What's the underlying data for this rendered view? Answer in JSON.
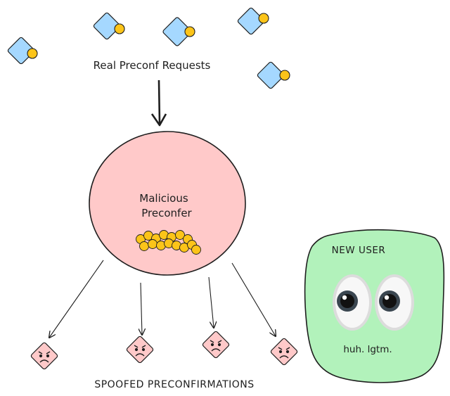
{
  "labels": {
    "real_requests": "Real Preconf Requests",
    "malicious_line1": "Malicious",
    "malicious_line2": "Preconfer",
    "spoofed": "SPOOFED PRECONFIRMATIONS",
    "new_user": "NEW USER",
    "user_reaction": "huh. lgtm."
  },
  "icons": {
    "request_token": "diamond-with-coin-icon",
    "coin_pile": "gold-coin-pile-icon",
    "spoofed_token": "angry-face-diamond-icon",
    "eyes": "eyes-emoji-icon"
  },
  "colors": {
    "request_fill": "#a5d8ff",
    "coin": "#fcc419",
    "preconfer_fill": "#ffc9c9",
    "spoofed_fill": "#ffc9c9",
    "user_fill": "#b2f2bb",
    "stroke": "#1e1e1e"
  }
}
